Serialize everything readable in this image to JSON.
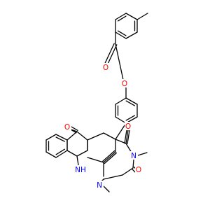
{
  "atom_labels": {
    "carbonyl_o_indenone": "O",
    "carbonyl_o_c4": "O",
    "carbonyl_o_c2": "O",
    "ester_o_carbonyl": "O",
    "ester_o_link": "O",
    "n3": "N",
    "n1": "N",
    "nh": "NH",
    "n3_methyl": "",
    "n1_methyl": ""
  },
  "colors": {
    "bond": "#000000",
    "oxygen": "#ff0000",
    "nitrogen": "#0000ff"
  }
}
